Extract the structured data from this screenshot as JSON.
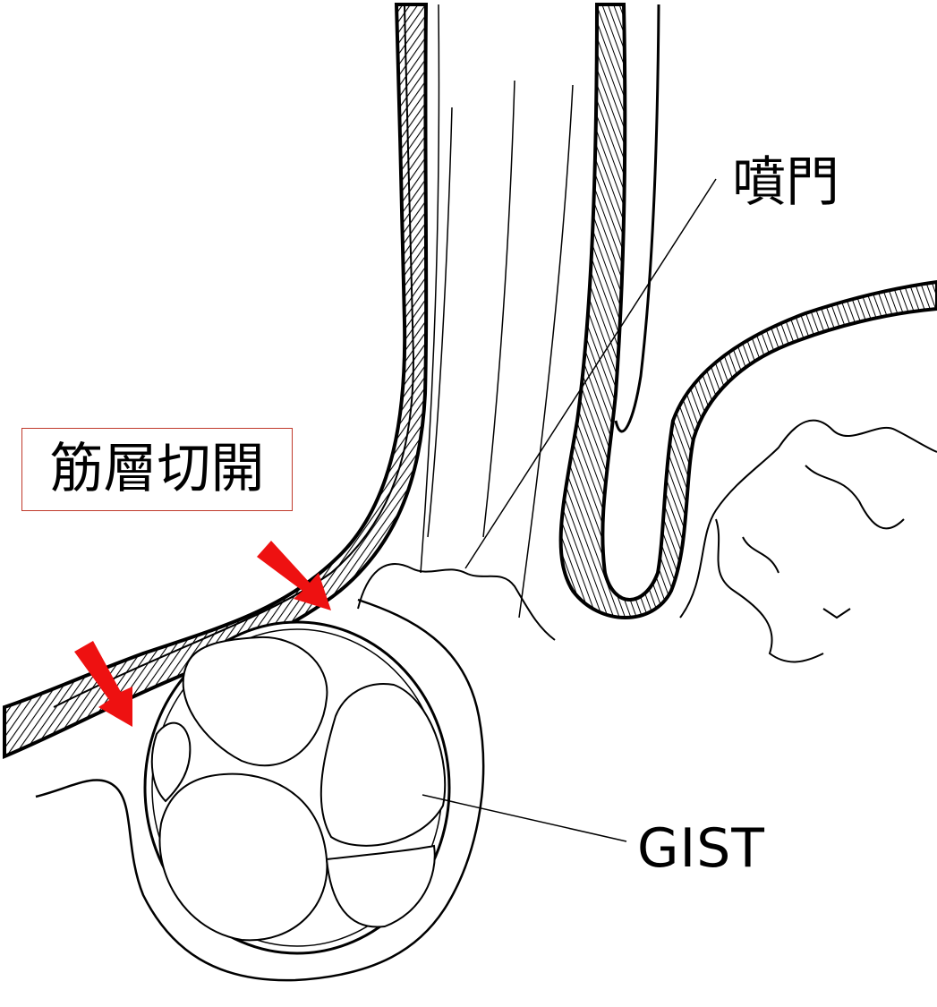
{
  "labels": {
    "cardia": "噴門",
    "gist": "GIST",
    "incision": "筋層切開"
  },
  "colors": {
    "line": "#000000",
    "arrow": "#ee1111",
    "box_border": "#c0392b",
    "background": "#ffffff"
  }
}
